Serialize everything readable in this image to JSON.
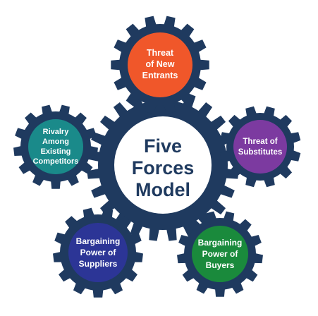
{
  "colors": {
    "gear": "#1f3a5f",
    "center_fill": "#ffffff",
    "center_text": "#1f3a5f"
  },
  "center": {
    "lines": [
      "Five",
      "Forces",
      "Model"
    ]
  },
  "forces": [
    {
      "id": "new-entrants",
      "lines": [
        "Threat",
        "of New",
        "Entrants"
      ],
      "color": "#f0572a"
    },
    {
      "id": "substitutes",
      "lines": [
        "Threat of",
        "Substitutes"
      ],
      "color": "#7c3aa0"
    },
    {
      "id": "buyers",
      "lines": [
        "Bargaining",
        "Power of",
        "Buyers"
      ],
      "color": "#1a8a3c"
    },
    {
      "id": "suppliers",
      "lines": [
        "Bargaining",
        "Power of",
        "Suppliers"
      ],
      "color": "#2c3596"
    },
    {
      "id": "rivalry",
      "lines": [
        "Rivalry",
        "Among",
        "Existing",
        "Competitors"
      ],
      "color": "#1a8a8a"
    }
  ]
}
